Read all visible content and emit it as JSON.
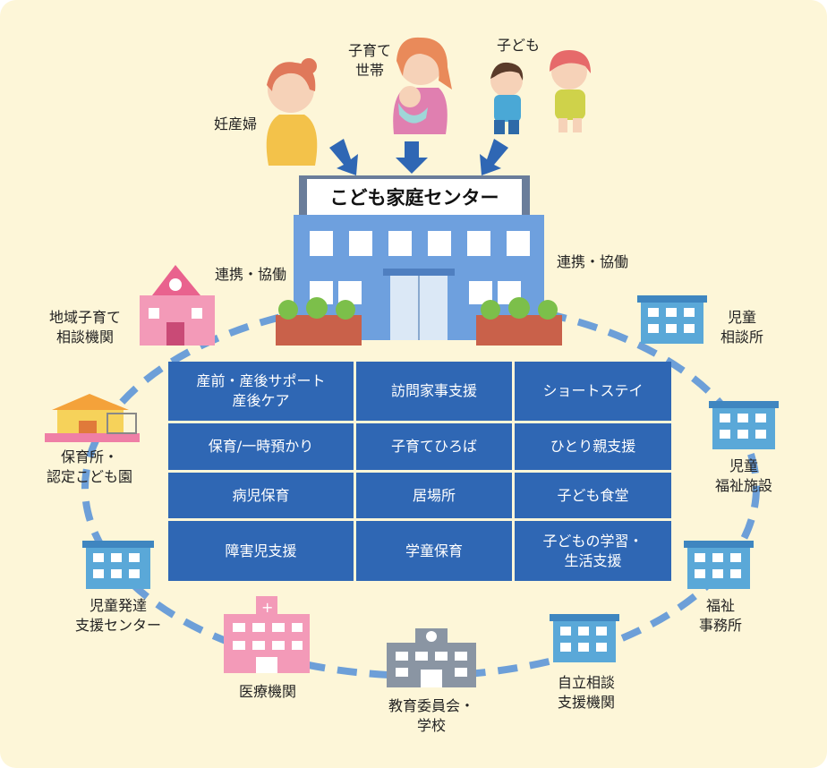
{
  "center_title": "こども家庭センター",
  "recipients": {
    "pregnant": "妊産婦",
    "families": "子育て\n世帯",
    "children": "子ども"
  },
  "link_labels": {
    "left": "連携・協働",
    "right": "連携・協働"
  },
  "services": [
    "産前・産後サポート\n産後ケア",
    "訪問家事支援",
    "ショートステイ",
    "保育/一時預かり",
    "子育てひろば",
    "ひとり親支援",
    "病児保育",
    "居場所",
    "子ども食堂",
    "障害児支援",
    "学童保育",
    "子どもの学習・\n生活支援"
  ],
  "partners": {
    "community_consult": "地域子育て\n相談機関",
    "nursery": "保育所・\n認定こども園",
    "child_dev_center": "児童発達\n支援センター",
    "medical": "医療機関",
    "education": "教育委員会・\n学校",
    "independence": "自立相談\n支援機関",
    "welfare_office": "福祉\n事務所",
    "welfare_facility": "児童\n福祉施設",
    "child_consult": "児童\n相談所"
  },
  "colors": {
    "bg": "#fdf6d8",
    "service": "#2f67b4",
    "ring": "#6d9fd8",
    "building": "#5a8cd0",
    "pink": "#ef7fa6"
  }
}
